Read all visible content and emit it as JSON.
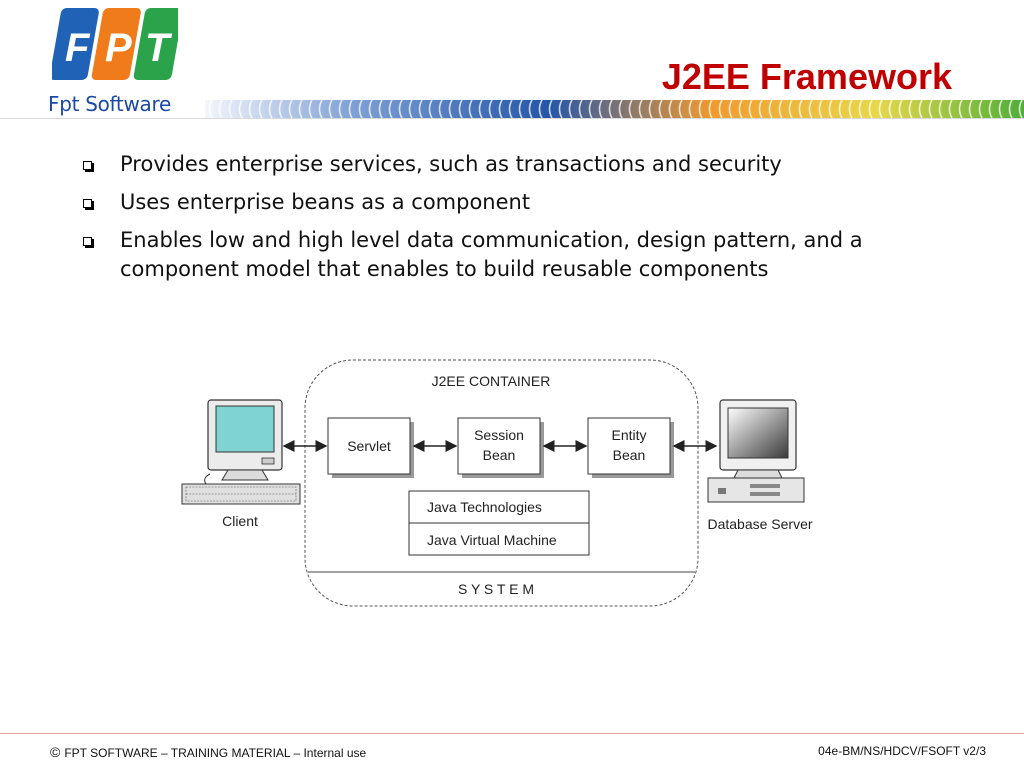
{
  "brand": {
    "logo_letters": [
      "F",
      "P",
      "T"
    ],
    "logo_subtitle": "Fpt Software",
    "tile_colors": [
      "#1f62b6",
      "#f07b1a",
      "#2ba34b"
    ]
  },
  "slide": {
    "title": "J2EE Framework",
    "title_color": "#c00000"
  },
  "bullets": [
    "Provides enterprise services, such as transactions and security",
    "Uses enterprise beans as a component",
    "Enables low and high level data communication, design pattern, and a component model that enables to build reusable components"
  ],
  "diagram": {
    "container_label": "J2EE CONTAINER",
    "system_label": "S Y S T E M",
    "client_label": "Client",
    "server_label": "Database Server",
    "servlet_label": "Servlet",
    "session_label_1": "Session",
    "session_label_2": "Bean",
    "entity_label_1": "Entity",
    "entity_label_2": "Bean",
    "tech_label": "Java Technologies",
    "jvm_label": "Java Virtual Machine"
  },
  "footer": {
    "copyright_symbol": "©",
    "left_text": "FPT SOFTWARE – TRAINING MATERIAL – Internal use",
    "right_text": "04e-BM/NS/HDCV/FSOFT v2/3"
  }
}
